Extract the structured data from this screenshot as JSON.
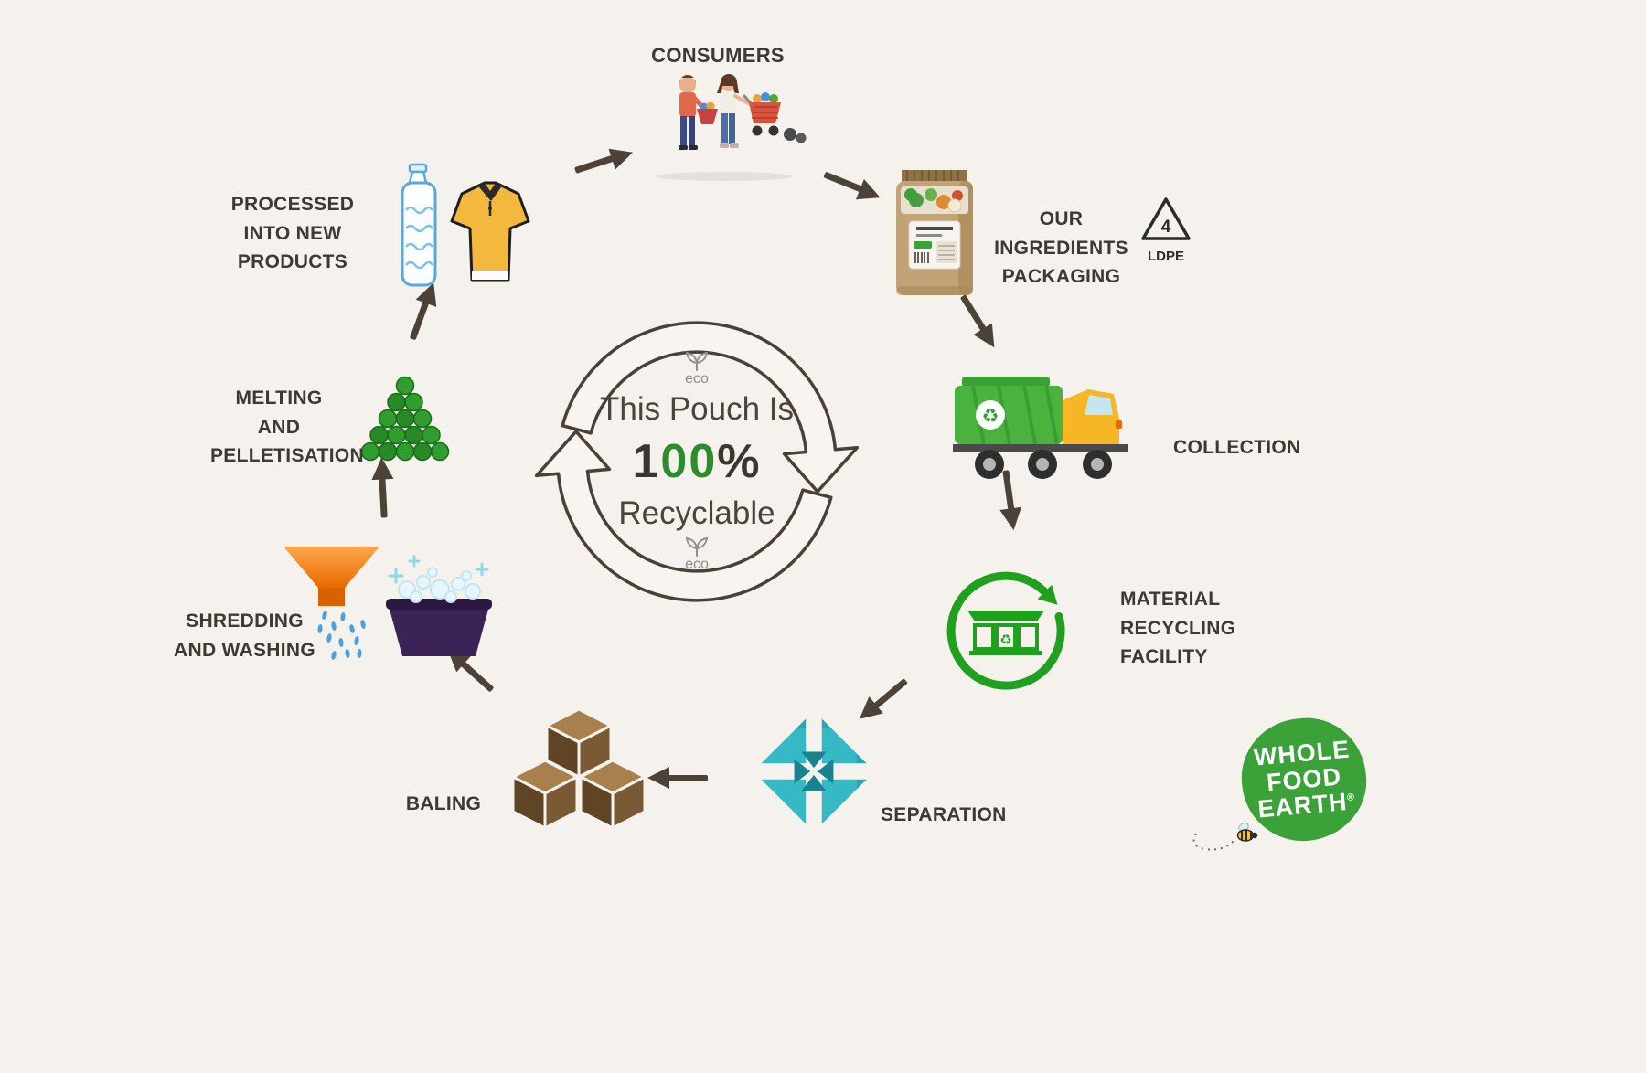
{
  "colors": {
    "background": "#f5f1ec",
    "label_text": "#3e3933",
    "arrow": "#4c4238",
    "cycle_outline": "#4a4038",
    "accent_green": "#2e8b2e",
    "mrf_green": "#1fa11f",
    "truck_green": "#4ab33e",
    "cab_yellow": "#f6b626",
    "separation_teal": "#35b9c4",
    "baling_brown": "#7a5a35",
    "funnel_orange": "#f08218",
    "basin_purple": "#3b2357",
    "pouch_kraft": "#c2a377",
    "logo_green": "#3ba23a"
  },
  "glyphs": {
    "recycle": "♻"
  },
  "center": {
    "eco_top": "eco",
    "line1": "This Pouch Is",
    "percent_digit": "1",
    "percent_zeros": "00",
    "percent_sign": "%",
    "line2": "Recyclable",
    "eco_bottom": "eco"
  },
  "steps": {
    "consumers": {
      "label": "CONSUMERS"
    },
    "packaging": {
      "label": "OUR INGREDIENTS\nPACKAGING",
      "ldpe_code": "4",
      "ldpe_label": "LDPE"
    },
    "collection": {
      "label": "COLLECTION"
    },
    "mrf": {
      "label": "MATERIAL\nRECYCLING\nFACILITY"
    },
    "separation": {
      "label": "SEPARATION"
    },
    "baling": {
      "label": "BALING"
    },
    "shredding": {
      "label": "SHREDDING\nAND WASHING"
    },
    "melting": {
      "label": "MELTING\nAND\nPELLETISATION"
    },
    "processed": {
      "label": "PROCESSED\nINTO NEW PRODUCTS"
    }
  },
  "logo": {
    "line1": "WHOLE",
    "line2": "FOOD",
    "line3": "EARTH",
    "registered": "®"
  }
}
